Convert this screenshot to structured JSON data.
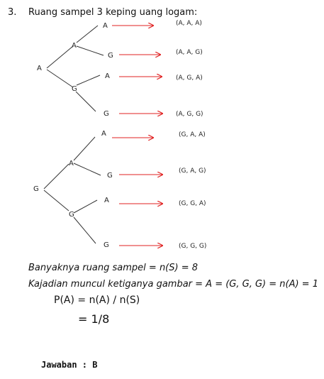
{
  "problem": {
    "number": "3.",
    "heading": "Ruang sampel 3 keping uang logam:"
  },
  "tree": {
    "root_top": "A",
    "root_bottom": "G",
    "level2": [
      "A",
      "G",
      "A",
      "G"
    ],
    "level3": [
      "A",
      "G",
      "A",
      "G",
      "A",
      "G",
      "A",
      "G"
    ],
    "outcomes": [
      "(A, A, A)",
      "(A, A, G)",
      "(A, G, A)",
      "(A, G, G)",
      "(G, A, A)",
      "(G, A, G)",
      "(G, G, A)",
      "(G, G, G)"
    ],
    "arrow_color": "#e02020"
  },
  "solution": {
    "line1": "Banyaknya ruang sampel = n(S) = 8",
    "line2": "Kajadian muncul ketiganya gambar = A = (G, G, G) = n(A) = 1",
    "formula": "P(A) = n(A) / n(S)",
    "result": "= 1/8",
    "answer": "Jawaban : B"
  }
}
